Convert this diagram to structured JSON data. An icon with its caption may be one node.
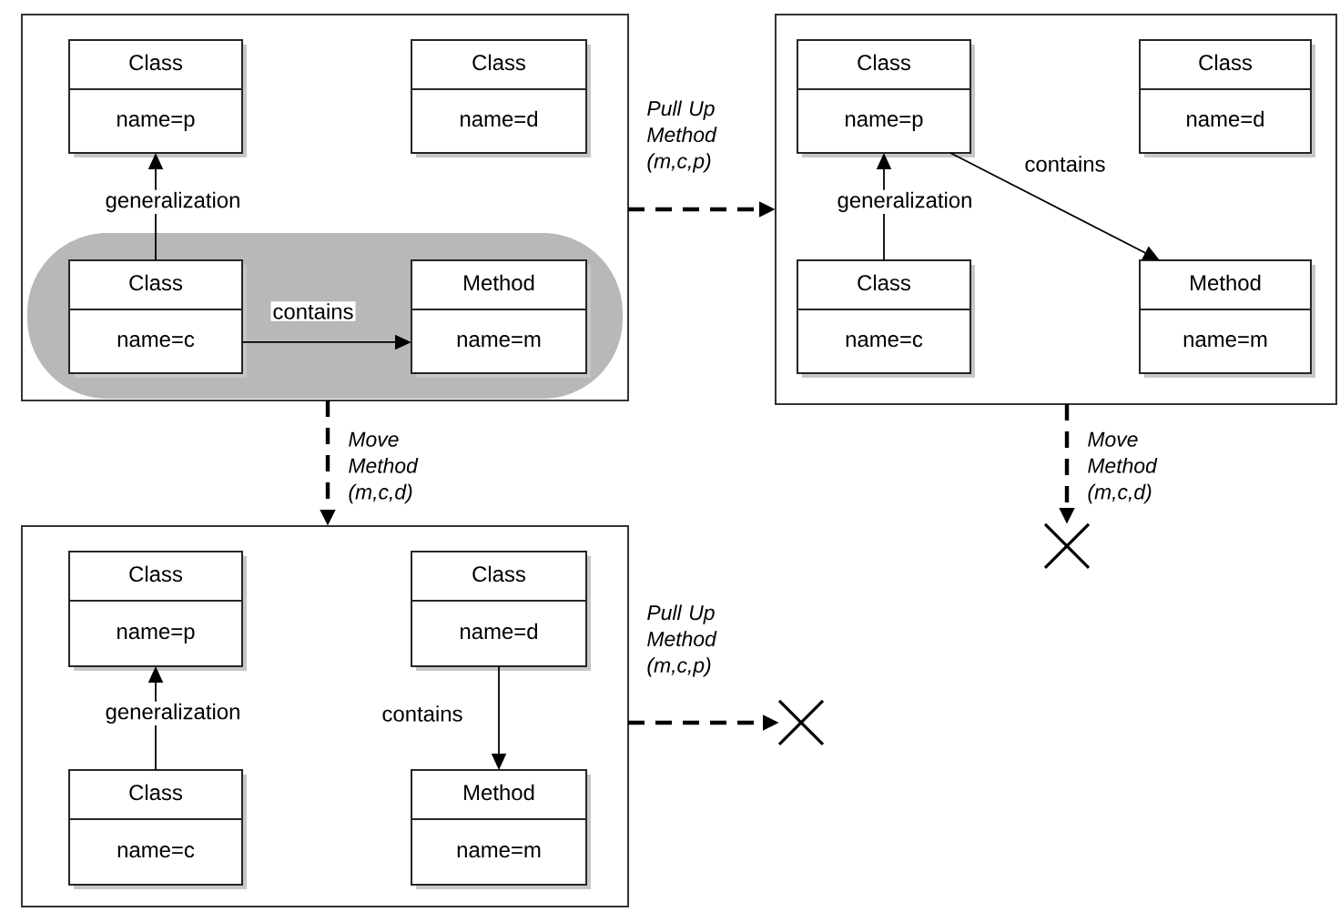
{
  "diagram": {
    "nodes": [
      {
        "text": [],
        "shape": "box"
      },
      {
        "text": [],
        "shape": "band",
        "in": 0
      },
      {
        "text": [
          "Class",
          "name=p"
        ],
        "in": 0
      },
      {
        "text": [
          "Class",
          "name=d"
        ],
        "in": 0
      },
      {
        "text": [
          "Class",
          "name=c"
        ],
        "in": 1
      },
      {
        "text": [
          "Method",
          "name=m"
        ],
        "in": 1
      },
      {
        "text": [],
        "shape": "box"
      },
      {
        "text": [
          "Class",
          "name=p"
        ],
        "in": 6
      },
      {
        "text": [
          "Class",
          "name=d"
        ],
        "in": 6
      },
      {
        "text": [
          "Class",
          "name=c"
        ],
        "in": 6
      },
      {
        "text": [
          "Method",
          "name=m"
        ],
        "in": 6
      },
      {
        "text": [],
        "shape": "box"
      },
      {
        "text": [
          "Class",
          "name=p"
        ],
        "in": 11
      },
      {
        "text": [
          "Class",
          "name=d"
        ],
        "in": 11
      },
      {
        "text": [
          "Class",
          "name=c"
        ],
        "in": 11
      },
      {
        "text": [
          "Method",
          "name=m"
        ],
        "in": 11
      },
      {
        "text": [],
        "shape": "cross"
      },
      {
        "text": [],
        "shape": "cross"
      }
    ],
    "edges": [
      {
        "from": 4,
        "to": 2,
        "arrow": "to",
        "label": "generalization"
      },
      {
        "from": 4,
        "to": 5,
        "arrow": "to",
        "label": "contains"
      },
      {
        "from": 0,
        "to": 6,
        "arrow": "to",
        "label": "*Pull Up Method (m,c,p)*",
        "style": "dashed"
      },
      {
        "from": 0,
        "to": 11,
        "arrow": "to",
        "label": "*Move Method (m,c,d)*",
        "style": "dashed"
      },
      {
        "from": 9,
        "to": 7,
        "arrow": "to",
        "label": "generalization"
      },
      {
        "from": 7,
        "to": 10,
        "arrow": "to",
        "label": "contains"
      },
      {
        "from": 6,
        "to": 16,
        "arrow": "to",
        "label": "*Move Method (m,c,d)*",
        "style": "dashed"
      },
      {
        "from": 14,
        "to": 12,
        "arrow": "to",
        "label": "generalization"
      },
      {
        "from": 13,
        "to": 15,
        "arrow": "to",
        "label": "contains"
      },
      {
        "from": 11,
        "to": 17,
        "arrow": "to",
        "label": "*Pull Up Method (m,c,p)*",
        "style": "dashed"
      }
    ]
  }
}
